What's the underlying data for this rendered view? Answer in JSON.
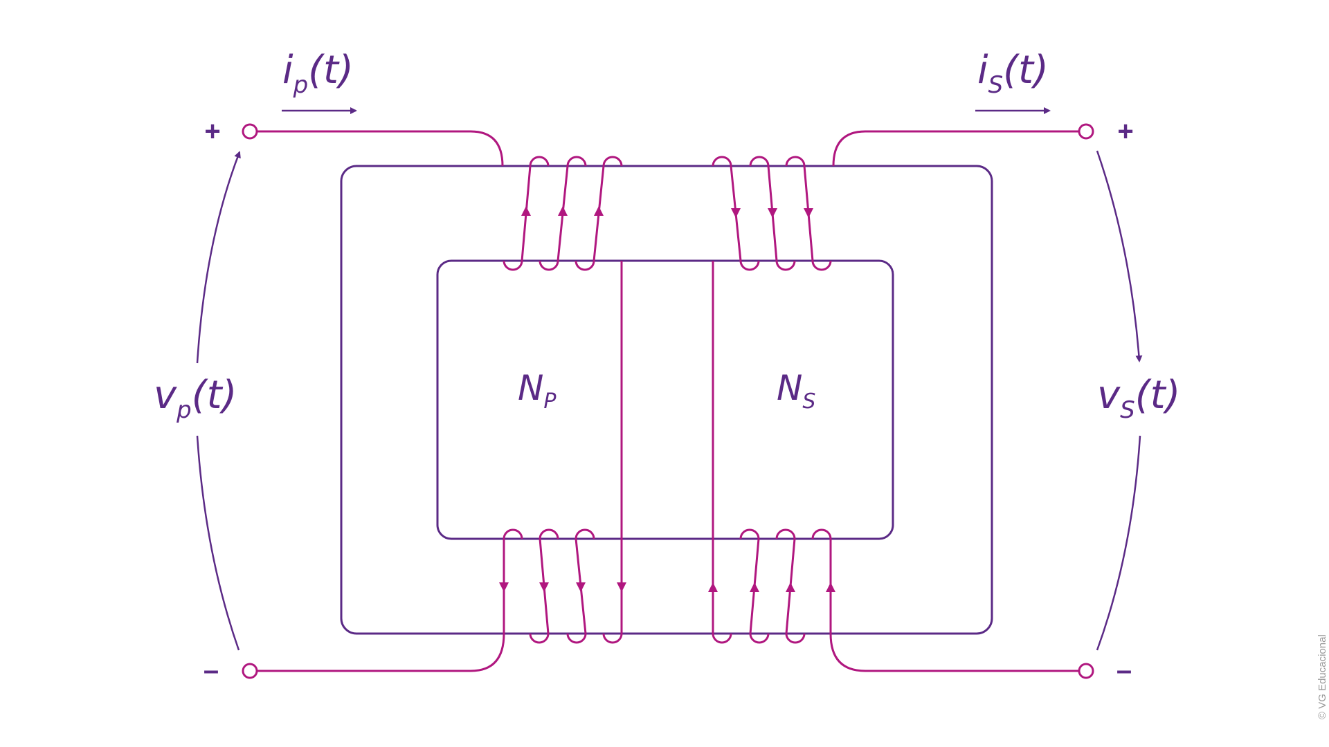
{
  "colors": {
    "core": "#5b2a86",
    "winding": "#b0177f",
    "text": "#5b2a86",
    "watermark": "#9a9a9a"
  },
  "labels": {
    "primary_current": {
      "main": "i",
      "sub": "p",
      "arg": "(t)"
    },
    "secondary_current": {
      "main": "i",
      "sub": "S",
      "arg": "(t)"
    },
    "primary_voltage": {
      "main": "v",
      "sub": "p",
      "arg": "(t)"
    },
    "secondary_voltage": {
      "main": "v",
      "sub": "S",
      "arg": "(t)"
    },
    "primary_turns": {
      "main": "N",
      "sub": "P"
    },
    "secondary_turns": {
      "main": "N",
      "sub": "S"
    },
    "plus": "+",
    "minus": "–"
  },
  "watermark": "© VG Educacional"
}
